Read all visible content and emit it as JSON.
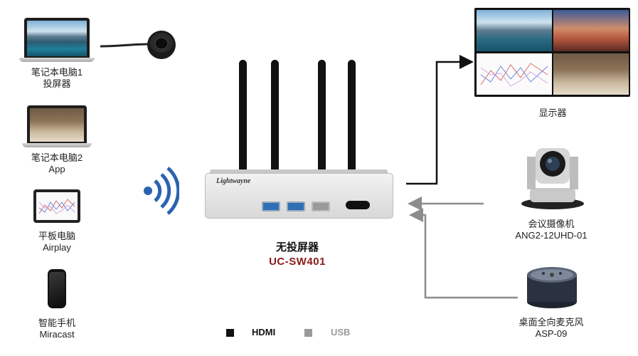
{
  "sources": {
    "laptop1": {
      "line1": "笔记本电脑1",
      "line2": "投屏器"
    },
    "laptop2": {
      "line1": "笔记本电脑2",
      "line2": "App"
    },
    "tablet": {
      "line1": "平板电脑",
      "line2": "Airplay"
    },
    "phone": {
      "line1": "智能手机",
      "line2": "Miracast"
    }
  },
  "device": {
    "name": "无投屏器",
    "model": "UC-SW401",
    "brand_text": "Lightwayne",
    "model_color": "#8b1a1a"
  },
  "outputs": {
    "display": {
      "label": "显示器"
    },
    "camera": {
      "line1": "会议摄像机",
      "line2": "ANG2-12UHD-01"
    },
    "mic": {
      "line1": "桌面全向麦克风",
      "line2": "ASP-09"
    }
  },
  "legend": {
    "hdmi": {
      "label": "HDMI",
      "color": "#111111"
    },
    "usb": {
      "label": "USB",
      "color": "#9a9a9a"
    }
  },
  "colors": {
    "wifi": "#2b63b0",
    "hdmi_line": "#111111",
    "usb_line": "#8c8c8c"
  }
}
